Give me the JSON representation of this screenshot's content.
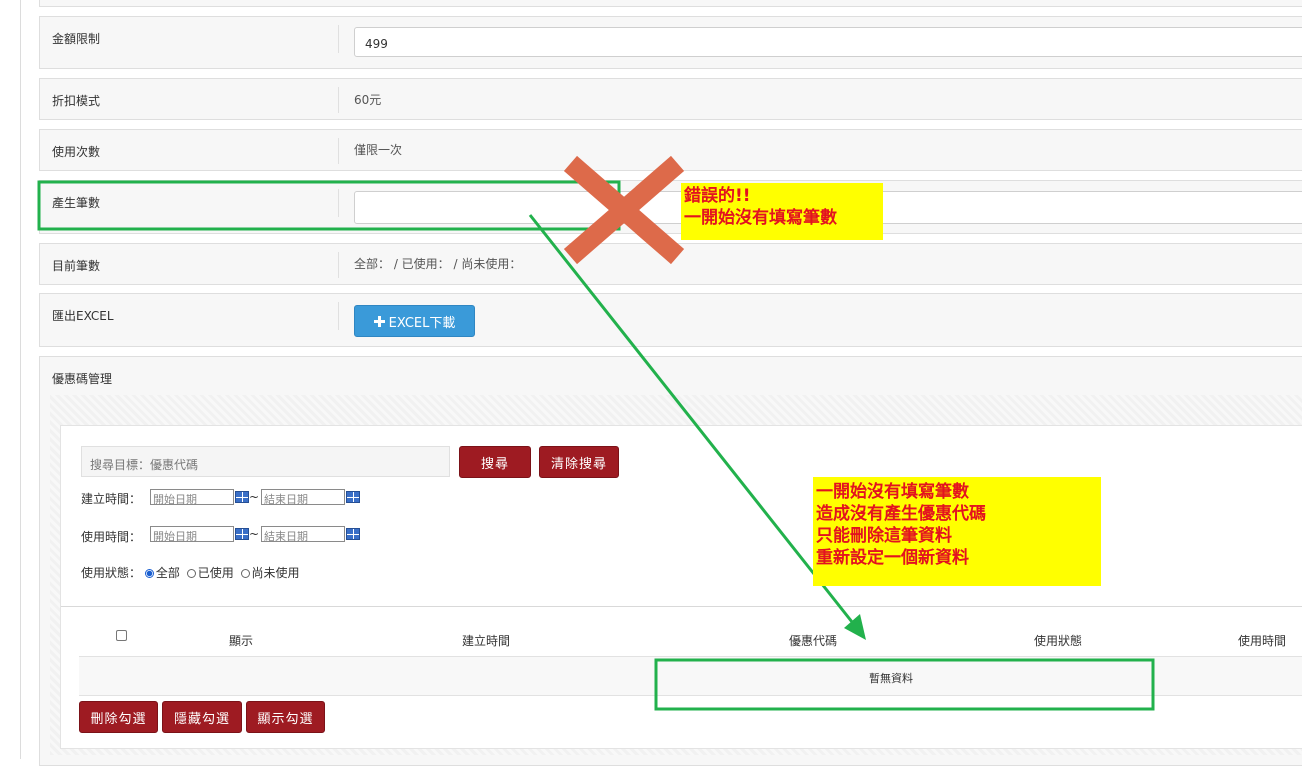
{
  "rows": {
    "amount_limit": {
      "label": "金額限制",
      "value": "499"
    },
    "discount_mode": {
      "label": "折扣模式",
      "value": "60元"
    },
    "usage_count": {
      "label": "使用次數",
      "value": "僅限一次"
    },
    "generate_count": {
      "label": "產生筆數",
      "value": ""
    },
    "current_count": {
      "label": "目前筆數",
      "value": "全部： / 已使用： / 尚未使用："
    },
    "export_excel": {
      "label": "匯出EXCEL",
      "button": "EXCEL下載",
      "icon": "plus-icon"
    }
  },
  "coupon_mgmt": {
    "label": "優惠碼管理",
    "search": {
      "placeholder": "搜尋目標：優惠代碼",
      "search_button": "搜尋",
      "clear_button": "清除搜尋"
    },
    "created_time": {
      "label": "建立時間：",
      "start_placeholder": "開始日期",
      "separator": "~",
      "end_placeholder": "結束日期",
      "icon": "calendar-icon"
    },
    "used_time": {
      "label": "使用時間：",
      "start_placeholder": "開始日期",
      "separator": "~",
      "end_placeholder": "結束日期",
      "icon": "calendar-icon"
    },
    "usage_status": {
      "label": "使用狀態：",
      "options": [
        "全部",
        "已使用",
        "尚未使用"
      ],
      "selected": "全部"
    },
    "table": {
      "columns": [
        "顯示",
        "建立時間",
        "優惠代碼",
        "使用狀態",
        "使用時間"
      ],
      "empty_text": "暫無資料"
    },
    "actions": {
      "delete": "刪除勾選",
      "hide": "隱藏勾選",
      "show": "顯示勾選"
    }
  },
  "annotations": {
    "error_note": [
      "錯誤的!!",
      "一開始沒有填寫筆數"
    ],
    "explain_note": [
      "一開始沒有填寫筆數",
      "造成沒有產生優惠代碼",
      "只能刪除這筆資料",
      "重新設定一個新資料"
    ],
    "colors": {
      "green": "#22b14c",
      "cross": "#dd6a4a",
      "note_bg": "#ffff00",
      "note_text": "#e3121f",
      "button_red": "#9e1b22",
      "button_blue": "#3a9ad9"
    }
  }
}
